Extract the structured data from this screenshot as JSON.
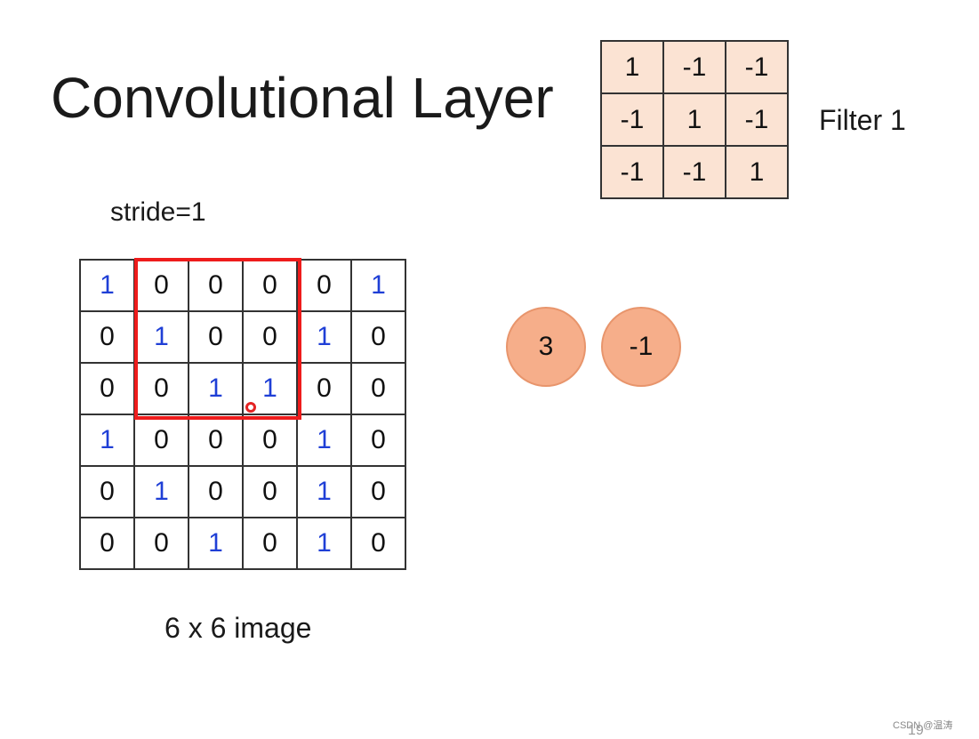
{
  "slide": {
    "title": "Convolutional Layer",
    "filter_label": "Filter 1",
    "stride_label": "stride=1",
    "image_label": "6 x 6 image",
    "page_number": "19",
    "watermark": "CSDN @温涛"
  },
  "filter": [
    [
      "1",
      "-1",
      "-1"
    ],
    [
      "-1",
      "1",
      "-1"
    ],
    [
      "-1",
      "-1",
      "1"
    ]
  ],
  "image": [
    [
      "1",
      "0",
      "0",
      "0",
      "0",
      "1"
    ],
    [
      "0",
      "1",
      "0",
      "0",
      "1",
      "0"
    ],
    [
      "0",
      "0",
      "1",
      "1",
      "0",
      "0"
    ],
    [
      "1",
      "0",
      "0",
      "0",
      "1",
      "0"
    ],
    [
      "0",
      "1",
      "0",
      "0",
      "1",
      "0"
    ],
    [
      "0",
      "0",
      "1",
      "0",
      "1",
      "0"
    ]
  ],
  "results": [
    "3",
    "-1"
  ],
  "colors": {
    "filter_fill": "#fbe3d3",
    "highlight": "#ee1c1c",
    "one_value": "#1f3fd6",
    "result_fill": "#f6ae8a"
  }
}
